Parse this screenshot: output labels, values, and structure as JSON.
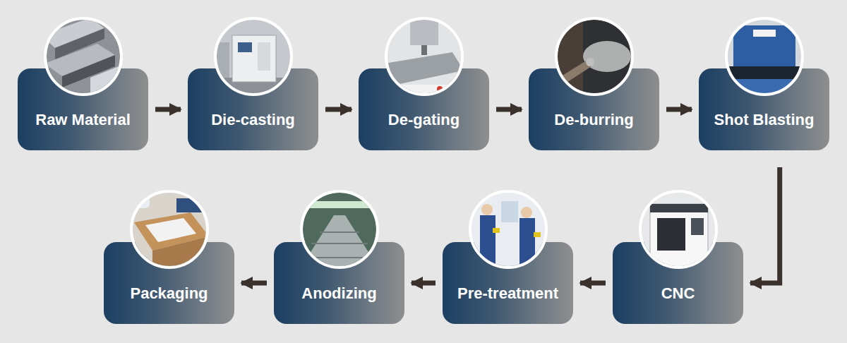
{
  "diagram": {
    "nodes": [
      {
        "text": [
          "Raw Material"
        ]
      },
      {
        "text": [
          "Die-casting"
        ]
      },
      {
        "text": [
          "De-gating"
        ]
      },
      {
        "text": [
          "De-burring"
        ]
      },
      {
        "text": [
          "Shot Blasting"
        ]
      },
      {
        "text": [
          "CNC"
        ]
      },
      {
        "text": [
          "Pre-treatment"
        ]
      },
      {
        "text": [
          "Anodizing"
        ]
      },
      {
        "text": [
          "Packaging"
        ]
      }
    ],
    "edges": [
      {
        "from": 0,
        "to": 1,
        "arrow": "to"
      },
      {
        "from": 1,
        "to": 2,
        "arrow": "to"
      },
      {
        "from": 2,
        "to": 3,
        "arrow": "to"
      },
      {
        "from": 3,
        "to": 4,
        "arrow": "to"
      },
      {
        "from": 4,
        "to": 5,
        "arrow": "to"
      },
      {
        "from": 5,
        "to": 6,
        "arrow": "to"
      },
      {
        "from": 6,
        "to": 7,
        "arrow": "to"
      },
      {
        "from": 7,
        "to": 8,
        "arrow": "to"
      }
    ]
  }
}
